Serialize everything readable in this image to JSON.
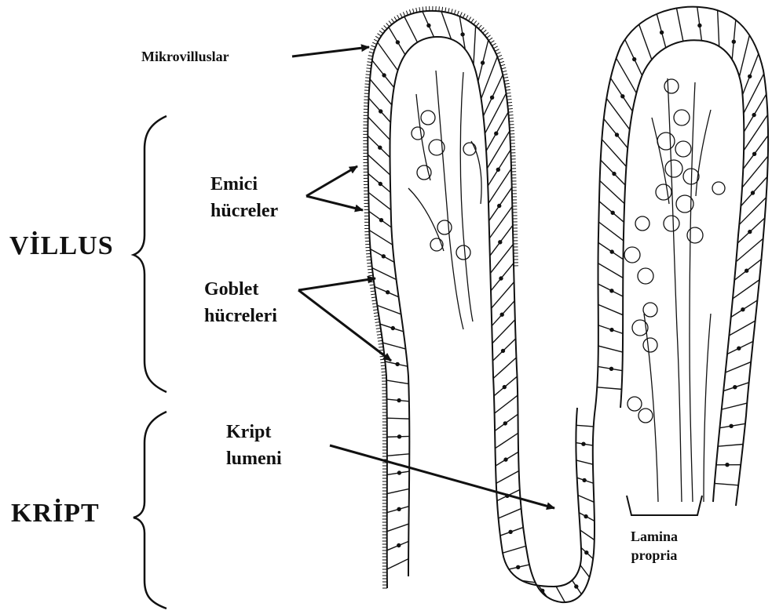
{
  "labels": {
    "microvilli": "Mikrovilluslar",
    "absorptive_cells": [
      "Emici",
      "hücreler"
    ],
    "goblet_cells": [
      "Goblet",
      "hücreleri"
    ],
    "crypt_lumen": [
      "Kript",
      "lumeni"
    ],
    "lamina_propria": [
      "Lamina",
      "propria"
    ],
    "villus": "VİLLUS",
    "crypt": "KRİPT"
  }
}
